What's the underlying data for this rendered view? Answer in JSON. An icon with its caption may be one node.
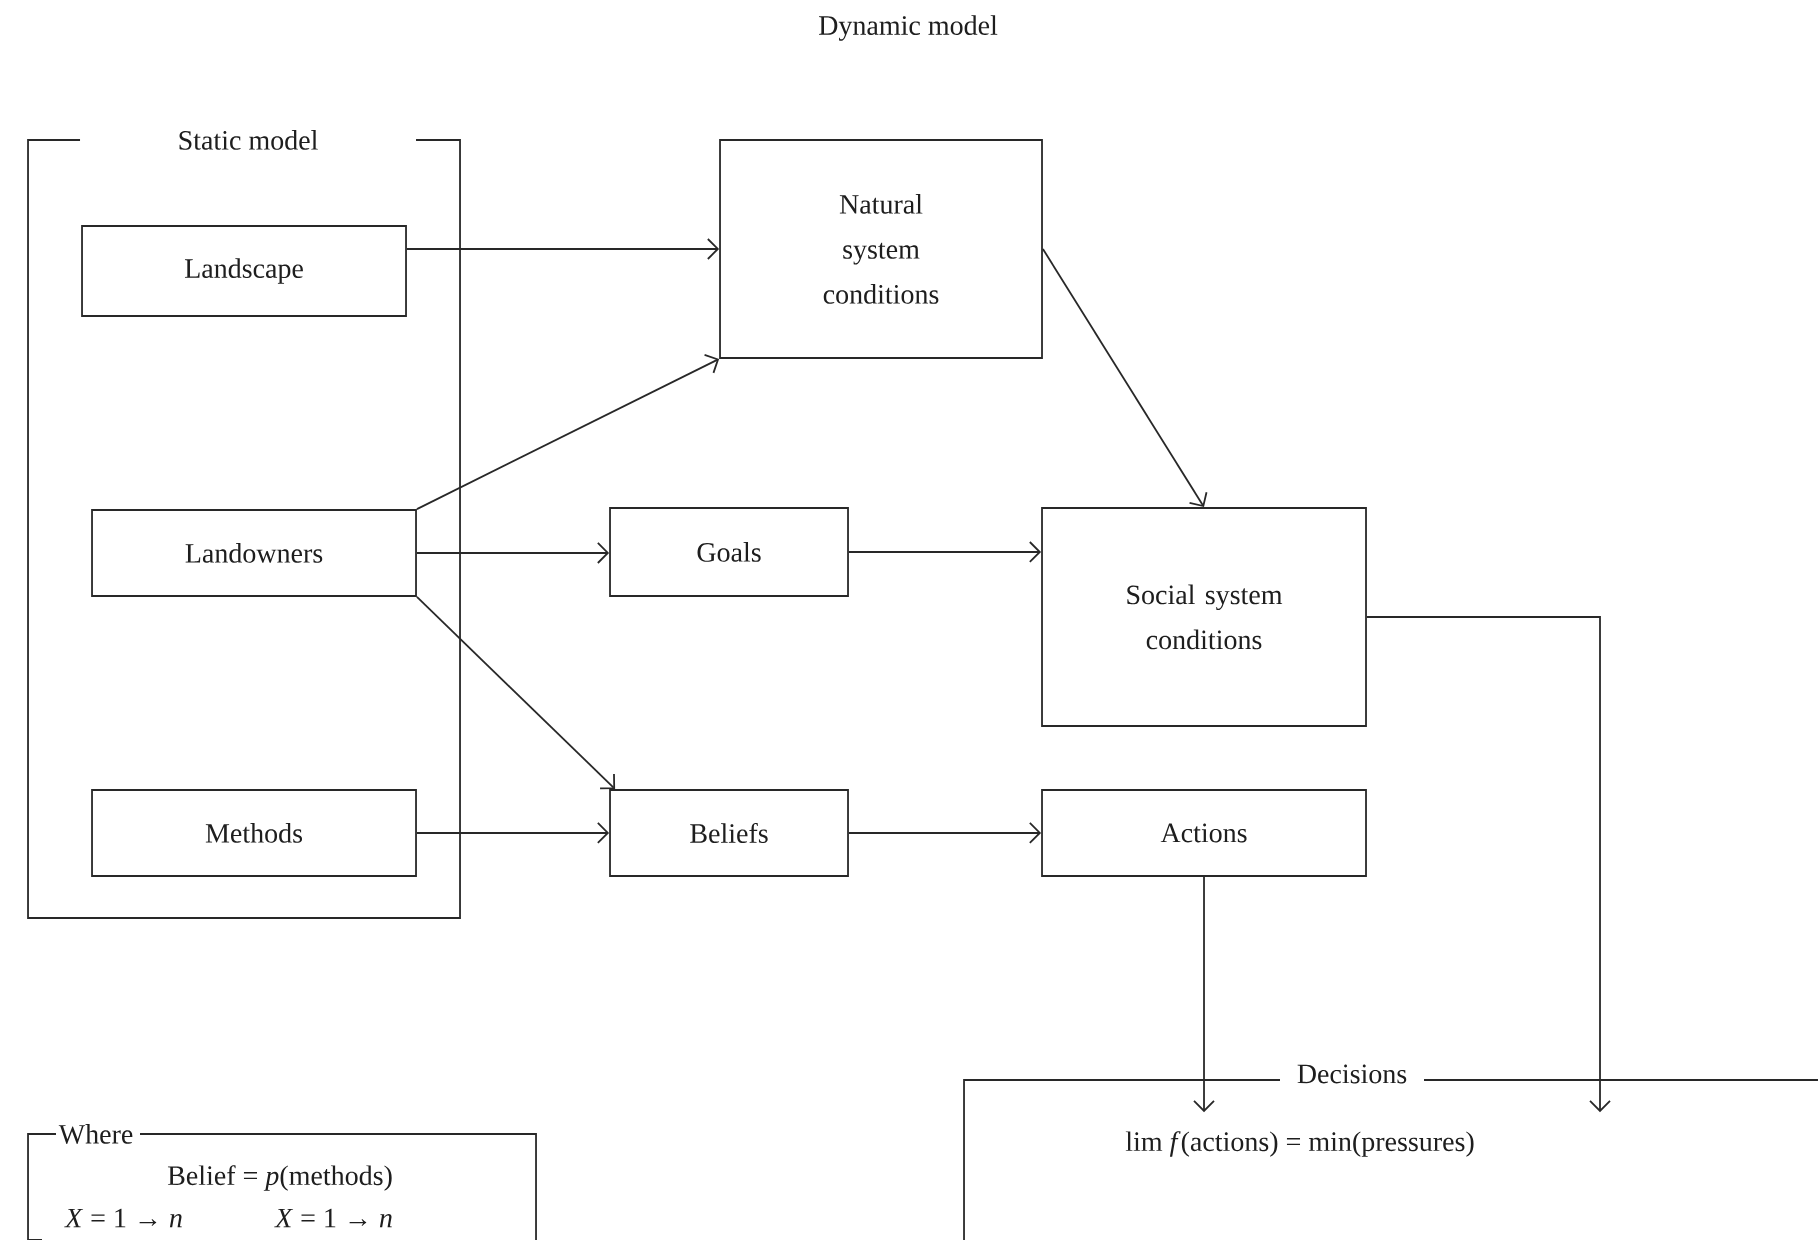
{
  "diagram": {
    "title": "Dynamic model",
    "nodes": [
      {
        "text": [
          "Static model"
        ]
      },
      {
        "text": [
          "Landscape"
        ],
        "in": 0
      },
      {
        "text": [
          "Landowners"
        ],
        "in": 0
      },
      {
        "text": [
          "Methods"
        ],
        "in": 0
      },
      {
        "text": [
          "Natural system conditions"
        ]
      },
      {
        "text": [
          "Goals"
        ]
      },
      {
        "text": [
          "Social system conditions"
        ]
      },
      {
        "text": [
          "Beliefs"
        ]
      },
      {
        "text": [
          "Actions"
        ]
      },
      {
        "text": [
          "Decisions"
        ]
      },
      {
        "text": [
          "lim *f*(actions) = min(pressures)"
        ],
        "in": 9
      },
      {
        "text": [
          "Where",
          "Belief = *p*(methods)",
          "*X* = 1 → *n*",
          "*X* = 1 → *n*"
        ]
      }
    ],
    "edges": [
      {
        "from": 1,
        "to": 4,
        "arrow": "to"
      },
      {
        "from": 2,
        "to": 4,
        "arrow": "to"
      },
      {
        "from": 2,
        "to": 5,
        "arrow": "to"
      },
      {
        "from": 2,
        "to": 7,
        "arrow": "to"
      },
      {
        "from": 3,
        "to": 7,
        "arrow": "to"
      },
      {
        "from": 4,
        "to": 6,
        "arrow": "to"
      },
      {
        "from": 5,
        "to": 6,
        "arrow": "to"
      },
      {
        "from": 7,
        "to": 8,
        "arrow": "to"
      },
      {
        "from": 8,
        "to": 10,
        "arrow": "to"
      },
      {
        "from": 6,
        "to": 10,
        "arrow": "to"
      }
    ]
  }
}
